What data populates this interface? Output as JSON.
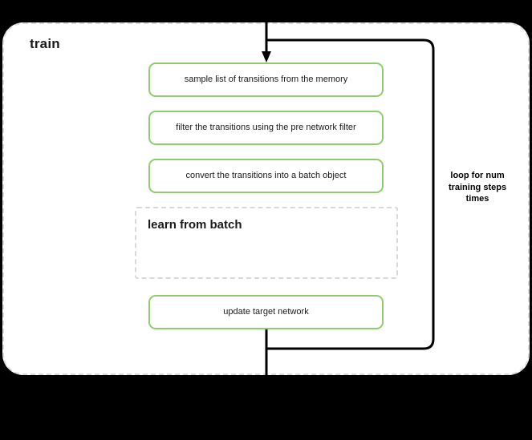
{
  "diagram": {
    "type": "flowchart",
    "container": {
      "title": "train",
      "border_style": "dashed",
      "border_color": "#d9d9d9",
      "background": "#ffffff"
    },
    "accent_color": "#8FCC6E",
    "line_color": "#000000",
    "steps": [
      {
        "id": "sample",
        "label": "sample list of transitions from the memory"
      },
      {
        "id": "filter",
        "label": "filter the transitions using the pre network filter"
      },
      {
        "id": "convert",
        "label": "convert the transitions into a batch object"
      },
      {
        "id": "update",
        "label": "update target network"
      }
    ],
    "subgroup": {
      "title": "learn from batch",
      "border_style": "dashed",
      "border_color": "#d9d9d9"
    },
    "loop": {
      "label_line_1": "loop for num",
      "label_line_2": "training steps",
      "label_line_3": "times",
      "label": "loop for num training steps times"
    }
  }
}
